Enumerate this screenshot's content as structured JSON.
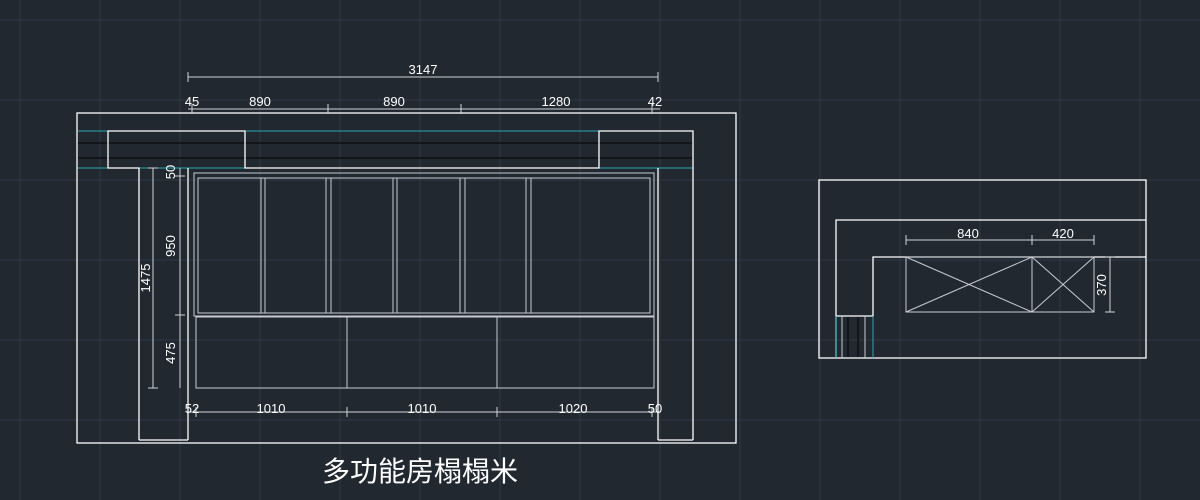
{
  "title": "多功能房榻榻米",
  "colors": {
    "background": "#212830",
    "lines": "#ffffff",
    "accent": "#2aa7b5"
  },
  "elevation": {
    "overall_width": "3147",
    "top_segments": [
      "45",
      "890",
      "890",
      "1280",
      "42"
    ],
    "bottom_segments": [
      "52",
      "1010",
      "1010",
      "1020",
      "50"
    ],
    "total_height": "1475",
    "vertical_segments": [
      "50",
      "950",
      "475"
    ]
  },
  "section": {
    "widths": [
      "840",
      "420"
    ],
    "height": "370"
  }
}
